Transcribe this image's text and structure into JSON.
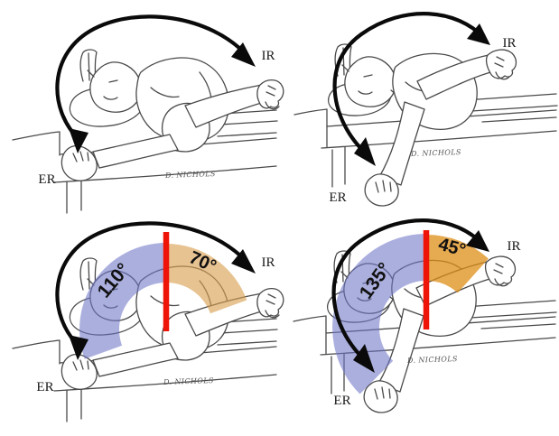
{
  "colors": {
    "background": "#ffffff",
    "line_art": "#4a4a4a",
    "arrow": "#0a0a0a",
    "er_arc_fill": "#6e76c6",
    "ir_arc_fill_pale": "#d99e4d",
    "ir_arc_fill_bold": "#dd8c13",
    "reference_line": "#ee1408",
    "label_text": "#1a1a1a"
  },
  "panels": [
    {
      "name": "top-left",
      "er_label": "ER",
      "ir_label": "IR",
      "signature": "D. NICHOLS"
    },
    {
      "name": "top-right",
      "er_label": "ER",
      "ir_label": "IR",
      "signature": "D. NICHOLS"
    },
    {
      "name": "bottom-left",
      "er_label": "ER",
      "ir_label": "IR",
      "signature": "D. NICHOLS",
      "er_angle": "110°",
      "ir_angle": "70°"
    },
    {
      "name": "bottom-right",
      "er_label": "ER",
      "ir_label": "IR",
      "signature": "D. NICHOLS",
      "er_angle": "135°",
      "ir_angle": "45°"
    }
  ]
}
